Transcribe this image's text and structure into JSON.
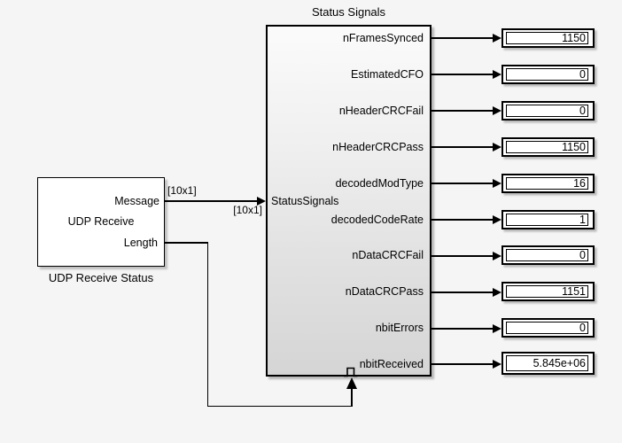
{
  "diagram": {
    "status_block": {
      "title": "Status Signals",
      "input_port": "StatusSignals",
      "ports": [
        {
          "label": "nFramesSynced",
          "value": "1150"
        },
        {
          "label": "EstimatedCFO",
          "value": "0"
        },
        {
          "label": "nHeaderCRCFail",
          "value": "0"
        },
        {
          "label": "nHeaderCRCPass",
          "value": "1150"
        },
        {
          "label": "decodedModType",
          "value": "16"
        },
        {
          "label": "decodedCodeRate",
          "value": "1"
        },
        {
          "label": "nDataCRCFail",
          "value": "0"
        },
        {
          "label": "nDataCRCPass",
          "value": "1151"
        },
        {
          "label": "nbitErrors",
          "value": "0"
        },
        {
          "label": "nbitReceived",
          "value": "5.845e+06"
        }
      ]
    },
    "source_block": {
      "name": "UDP Receive",
      "caption": "UDP Receive Status",
      "out_ports": {
        "message": "Message",
        "length": "Length"
      }
    },
    "signal_dims": {
      "message_top": "[10x1]",
      "message_bottom": "[10x1]"
    },
    "colors": {
      "background": "#f5f5f5",
      "line": "#000000",
      "block_fill_top": "#fbfbfb",
      "block_fill_bottom": "#d5d5d5",
      "display_fill": "#ffffff"
    }
  }
}
